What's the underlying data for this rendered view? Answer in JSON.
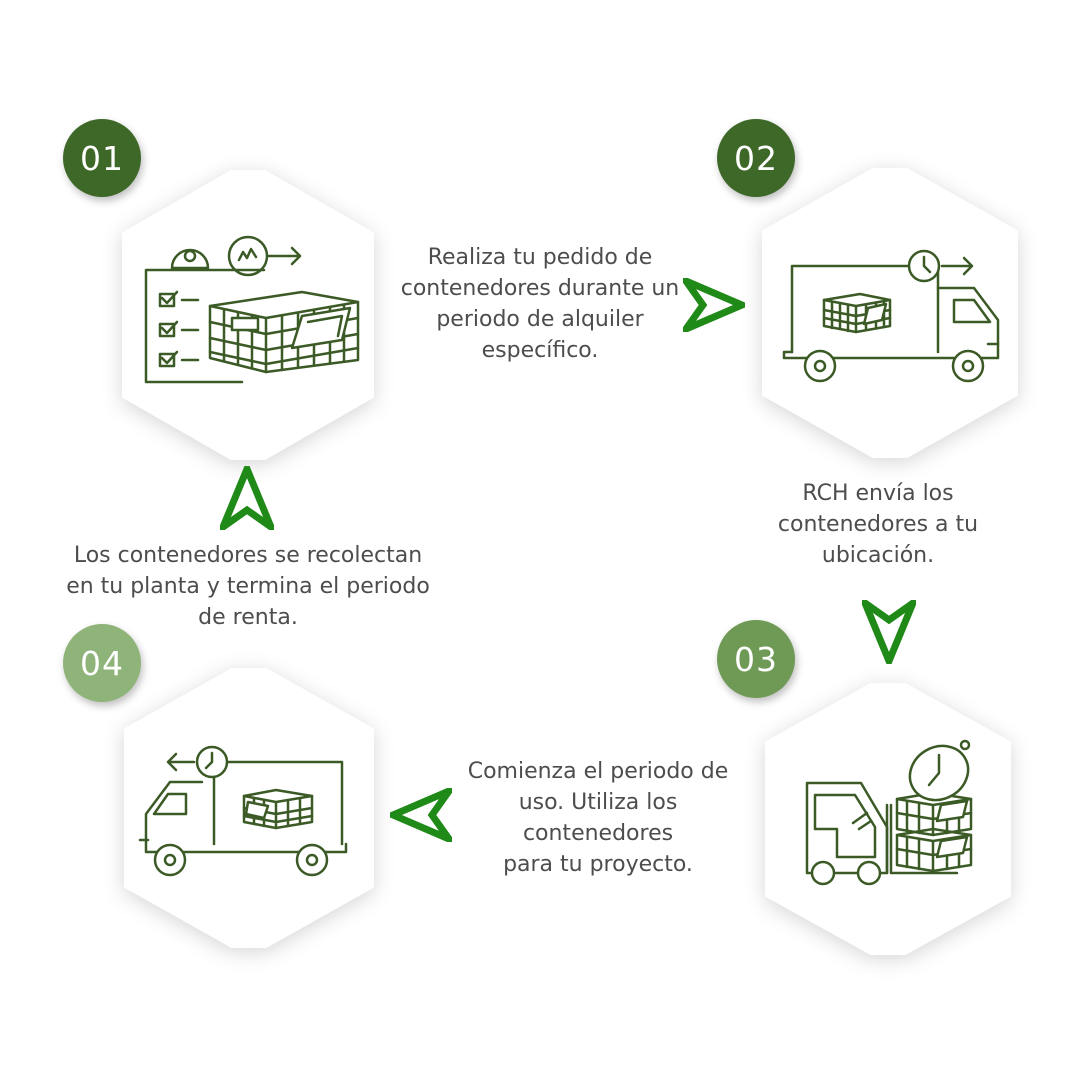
{
  "colors": {
    "badge_1": "#3e6828",
    "badge_2": "#3e6828",
    "badge_3": "#6e9a55",
    "badge_4": "#8fb47a",
    "icon_stroke": "#3b5a26",
    "arrow": "#1f8a17",
    "caption": "#4d4d4d"
  },
  "steps": [
    {
      "number": "01",
      "icon": "order-checklist-crate-icon"
    },
    {
      "number": "02",
      "icon": "delivery-truck-crate-icon"
    },
    {
      "number": "03",
      "icon": "forklift-stacked-crates-icon"
    },
    {
      "number": "04",
      "icon": "return-truck-crate-icon"
    }
  ],
  "captions": {
    "step_1_to_2": "Realiza tu pedido de\ncontenedores durante un\nperiodo de alquiler\nespecífico.",
    "step_2_to_3": "RCH envía los\ncontenedores a tu\nubicación.",
    "step_3_to_4": "Comienza el periodo de\nuso. Utiliza los\ncontenedores\npara tu proyecto.",
    "step_4_to_1": "Los contenedores se recolectan\nen tu planta y termina el periodo\nde renta."
  },
  "arrows": [
    {
      "icon": "arrow-right-icon"
    },
    {
      "icon": "arrow-down-icon"
    },
    {
      "icon": "arrow-left-icon"
    },
    {
      "icon": "arrow-up-icon"
    }
  ]
}
